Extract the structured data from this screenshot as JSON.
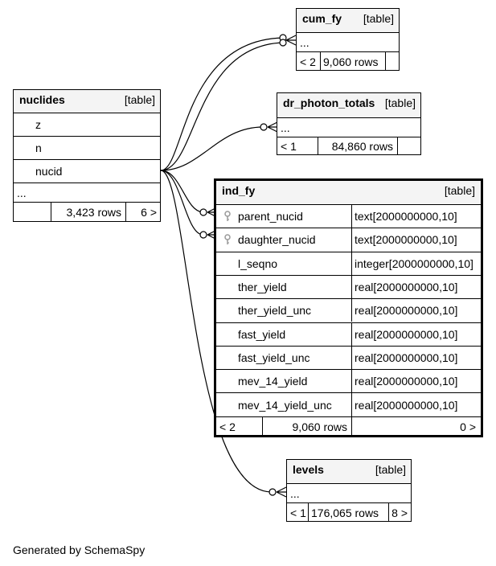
{
  "footer": "Generated by SchemaSpy",
  "tables": {
    "cum_fy": {
      "name": "cum_fy",
      "type": "[table]",
      "ellipsis": "...",
      "parents": "< 2",
      "rows": "9,060 rows"
    },
    "dr_photon_totals": {
      "name": "dr_photon_totals",
      "type": "[table]",
      "ellipsis": "...",
      "parents": "< 1",
      "rows": "84,860 rows"
    },
    "nuclides": {
      "name": "nuclides",
      "type": "[table]",
      "columns": [
        "z",
        "n",
        "nucid"
      ],
      "ellipsis": "...",
      "rows": "3,423 rows",
      "children": "6 >"
    },
    "ind_fy": {
      "name": "ind_fy",
      "type": "[table]",
      "columns": [
        {
          "name": "parent_nucid",
          "type": "text[2000000000,10]",
          "key": true
        },
        {
          "name": "daughter_nucid",
          "type": "text[2000000000,10]",
          "key": true
        },
        {
          "name": "l_seqno",
          "type": "integer[2000000000,10]",
          "key": false
        },
        {
          "name": "ther_yield",
          "type": "real[2000000000,10]",
          "key": false
        },
        {
          "name": "ther_yield_unc",
          "type": "real[2000000000,10]",
          "key": false
        },
        {
          "name": "fast_yield",
          "type": "real[2000000000,10]",
          "key": false
        },
        {
          "name": "fast_yield_unc",
          "type": "real[2000000000,10]",
          "key": false
        },
        {
          "name": "mev_14_yield",
          "type": "real[2000000000,10]",
          "key": false
        },
        {
          "name": "mev_14_yield_unc",
          "type": "real[2000000000,10]",
          "key": false
        }
      ],
      "parents": "< 2",
      "rows": "9,060 rows",
      "children": "0 >"
    },
    "levels": {
      "name": "levels",
      "type": "[table]",
      "ellipsis": "...",
      "parents": "< 1",
      "rows": "176,065 rows",
      "children": "8 >"
    }
  }
}
